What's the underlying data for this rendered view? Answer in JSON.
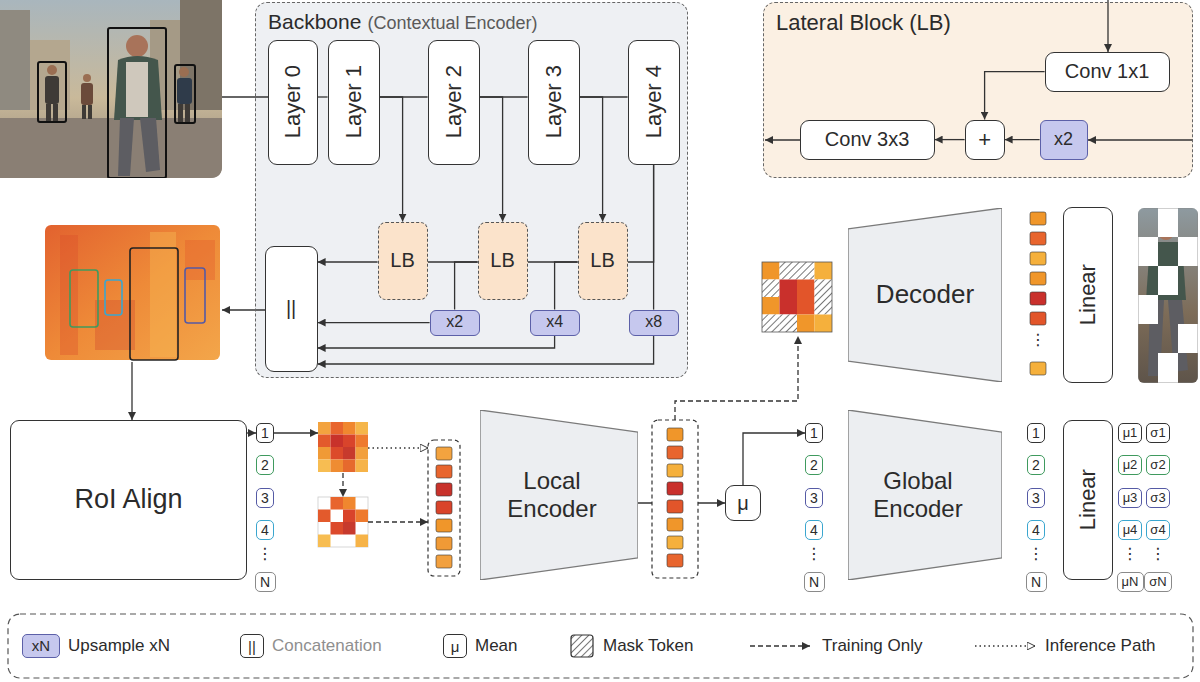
{
  "diagram": {
    "nodes": [
      {
        "text": [
          "Backbone",
          "(Contextual Encoder)"
        ]
      },
      {
        "text": [
          "Layer 0"
        ],
        "in": 0
      },
      {
        "text": [
          "Layer 1"
        ],
        "in": 0
      },
      {
        "text": [
          "Layer 2"
        ],
        "in": 0
      },
      {
        "text": [
          "Layer 3"
        ],
        "in": 0
      },
      {
        "text": [
          "Layer 4"
        ],
        "in": 0
      },
      {
        "text": [
          "LB"
        ],
        "in": 0
      },
      {
        "text": [
          "LB"
        ],
        "in": 0
      },
      {
        "text": [
          "LB"
        ],
        "in": 0
      },
      {
        "text": [
          "||"
        ],
        "in": 0
      },
      {
        "text": [
          "x2"
        ],
        "in": 0
      },
      {
        "text": [
          "x4"
        ],
        "in": 0
      },
      {
        "text": [
          "x8"
        ],
        "in": 0
      },
      {
        "text": [
          "Lateral Block (LB)"
        ]
      },
      {
        "text": [
          "Conv 1x1"
        ],
        "in": 13
      },
      {
        "text": [
          "+"
        ],
        "in": 13
      },
      {
        "text": [
          "x2"
        ],
        "in": 13
      },
      {
        "text": [
          "Conv 3x3"
        ],
        "in": 13
      },
      {
        "text": [
          "Decoder"
        ]
      },
      {
        "text": [
          "Linear"
        ]
      },
      {
        "text": [
          "RoI Align"
        ]
      },
      {
        "text": [
          "1"
        ]
      },
      {
        "text": [
          "2"
        ]
      },
      {
        "text": [
          "3"
        ]
      },
      {
        "text": [
          "4"
        ]
      },
      {
        "text": [
          "N"
        ]
      },
      {
        "text": [
          "Local Encoder"
        ]
      },
      {
        "text": [
          "μ"
        ]
      },
      {
        "text": [
          "1"
        ]
      },
      {
        "text": [
          "2"
        ]
      },
      {
        "text": [
          "3"
        ]
      },
      {
        "text": [
          "4"
        ]
      },
      {
        "text": [
          "N"
        ]
      },
      {
        "text": [
          "Global Encoder"
        ]
      },
      {
        "text": [
          "1"
        ]
      },
      {
        "text": [
          "2"
        ]
      },
      {
        "text": [
          "3"
        ]
      },
      {
        "text": [
          "4"
        ]
      },
      {
        "text": [
          "N"
        ]
      },
      {
        "text": [
          "Linear"
        ]
      },
      {
        "text": [
          "μ1"
        ]
      },
      {
        "text": [
          "μ2"
        ]
      },
      {
        "text": [
          "μ3"
        ]
      },
      {
        "text": [
          "μ4"
        ]
      },
      {
        "text": [
          "μN"
        ]
      },
      {
        "text": [
          "σ1"
        ]
      },
      {
        "text": [
          "σ2"
        ]
      },
      {
        "text": [
          "σ3"
        ]
      },
      {
        "text": [
          "σ4"
        ]
      },
      {
        "text": [
          "σN"
        ]
      }
    ],
    "edges": [
      {
        "from": 1,
        "to": 2,
        "arrow": "none"
      },
      {
        "from": 2,
        "to": 3,
        "arrow": "none"
      },
      {
        "from": 3,
        "to": 4,
        "arrow": "none"
      },
      {
        "from": 4,
        "to": 5,
        "arrow": "none"
      },
      {
        "from": 2,
        "to": 6,
        "arrow": "to"
      },
      {
        "from": 3,
        "to": 7,
        "arrow": "to"
      },
      {
        "from": 4,
        "to": 8,
        "arrow": "to"
      },
      {
        "from": 5,
        "to": 8,
        "arrow": "none"
      },
      {
        "from": 5,
        "to": 12,
        "arrow": "none"
      },
      {
        "from": 8,
        "to": 7,
        "arrow": "none"
      },
      {
        "from": 7,
        "to": 6,
        "arrow": "none"
      },
      {
        "from": 6,
        "to": 9,
        "arrow": "to"
      },
      {
        "from": 7,
        "to": 10,
        "arrow": "none"
      },
      {
        "from": 8,
        "to": 11,
        "arrow": "none"
      },
      {
        "from": 10,
        "to": 9,
        "arrow": "to"
      },
      {
        "from": 11,
        "to": 9,
        "arrow": "to"
      },
      {
        "from": 12,
        "to": 9,
        "arrow": "to"
      },
      {
        "from": 14,
        "to": 15,
        "arrow": "to"
      },
      {
        "from": 16,
        "to": 15,
        "arrow": "to"
      },
      {
        "from": 15,
        "to": 17,
        "arrow": "to"
      },
      {
        "from": 20,
        "to": 21,
        "arrow": "to"
      },
      {
        "from": 26,
        "to": 27,
        "arrow": "to"
      },
      {
        "from": 27,
        "to": 28,
        "arrow": "to"
      }
    ],
    "labels": [
      "⋮",
      "⋮",
      "⋮",
      "⋮",
      "⋮",
      "⋮",
      "xN",
      "||",
      "μ"
    ],
    "legend": [
      {
        "text": "Upsample xN",
        "color": "#c6c8ee"
      },
      {
        "text": "Concatenation"
      },
      {
        "text": "Mean"
      },
      {
        "text": "Mask Token"
      },
      {
        "text": "Training Only"
      },
      {
        "text": "Inference Path"
      }
    ]
  }
}
